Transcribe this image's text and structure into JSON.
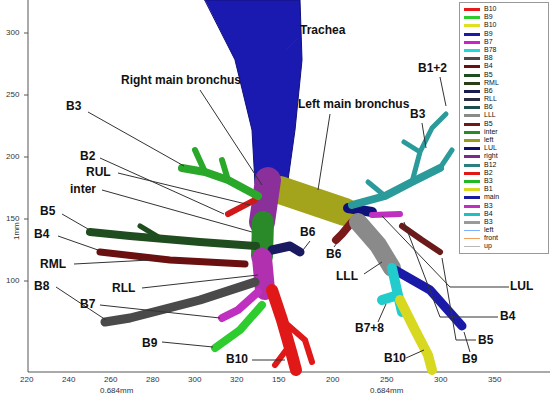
{
  "diagram": {
    "labels": [
      "Trachea",
      "Right main bronchus",
      "Left main bronchus",
      "B3",
      "B2",
      "RUL",
      "inter",
      "B5",
      "B4",
      "RML",
      "RLL",
      "B8",
      "B7",
      "B9",
      "B10",
      "B6",
      "B3",
      "B1+2",
      "B6",
      "LLL",
      "LUL",
      "B4",
      "B5",
      "B7+8",
      "B10",
      "B9",
      "300",
      "250",
      "200",
      "150",
      "100",
      "1mm",
      "220",
      "240",
      "260",
      "280",
      "300",
      "320",
      "150",
      "200",
      "250",
      "300",
      "350",
      "0.684mm",
      "0.684mm"
    ],
    "legend": [
      {
        "text": "B10",
        "color": "#e8191a"
      },
      {
        "text": "B9",
        "color": "#2ecc2e"
      },
      {
        "text": "B10",
        "color": "#e0e020"
      },
      {
        "text": "B9",
        "color": "#1a1aa8"
      },
      {
        "text": "B7",
        "color": "#cc22cc"
      },
      {
        "text": "B78",
        "color": "#22d8d8"
      },
      {
        "text": "B8",
        "color": "#4a4a4a"
      },
      {
        "text": "B4",
        "color": "#6b1010"
      },
      {
        "text": "B5",
        "color": "#1f4d1f"
      },
      {
        "text": "RML",
        "color": "#2b3d12"
      },
      {
        "text": "B6",
        "color": "#1a1a4d"
      },
      {
        "text": "RLL",
        "color": "#2a2a40"
      },
      {
        "text": "B6",
        "color": "#1d4d4d"
      },
      {
        "text": "LLL",
        "color": "#8a8a8a"
      },
      {
        "text": "B5",
        "color": "#6b1a1a"
      },
      {
        "text": "inter",
        "color": "#2a8a2a"
      },
      {
        "text": "left",
        "color": "#9a9a20"
      },
      {
        "text": "LUL",
        "color": "#10106b"
      },
      {
        "text": "right",
        "color": "#7a2a8a"
      },
      {
        "text": "B12",
        "color": "#2a8080"
      },
      {
        "text": "B2",
        "color": "#e01818"
      },
      {
        "text": "B3",
        "color": "#22b822"
      },
      {
        "text": "B1",
        "color": "#d8d820"
      },
      {
        "text": "main",
        "color": "#1a1aa0"
      },
      {
        "text": "B3",
        "color": "#c030c0"
      },
      {
        "text": "B4",
        "color": "#20c0c0"
      },
      {
        "text": "B3",
        "color": "#9a9a9a"
      },
      {
        "text": "left"
      },
      {
        "text": "front"
      },
      {
        "text": "up"
      }
    ]
  }
}
